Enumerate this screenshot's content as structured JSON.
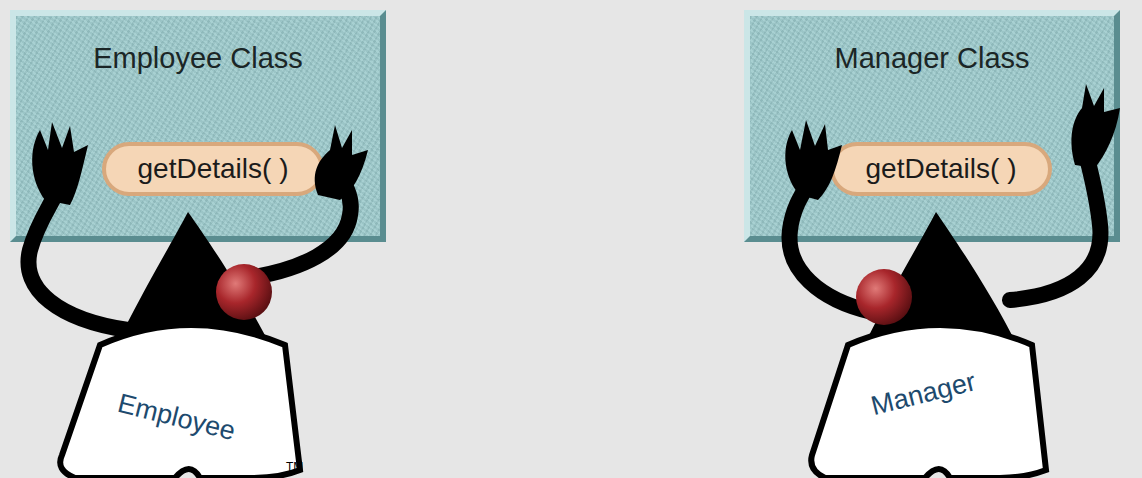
{
  "diagram": {
    "nodes": [
      {
        "text": [
          "Employee Class"
        ]
      },
      {
        "text": [
          "getDetails( )"
        ],
        "in": 0
      },
      {
        "text": [
          "Manager Class"
        ]
      },
      {
        "text": [
          "getDetails( )"
        ],
        "in": 2
      }
    ],
    "labels": [
      "Employee",
      "Manager",
      "TM"
    ]
  }
}
